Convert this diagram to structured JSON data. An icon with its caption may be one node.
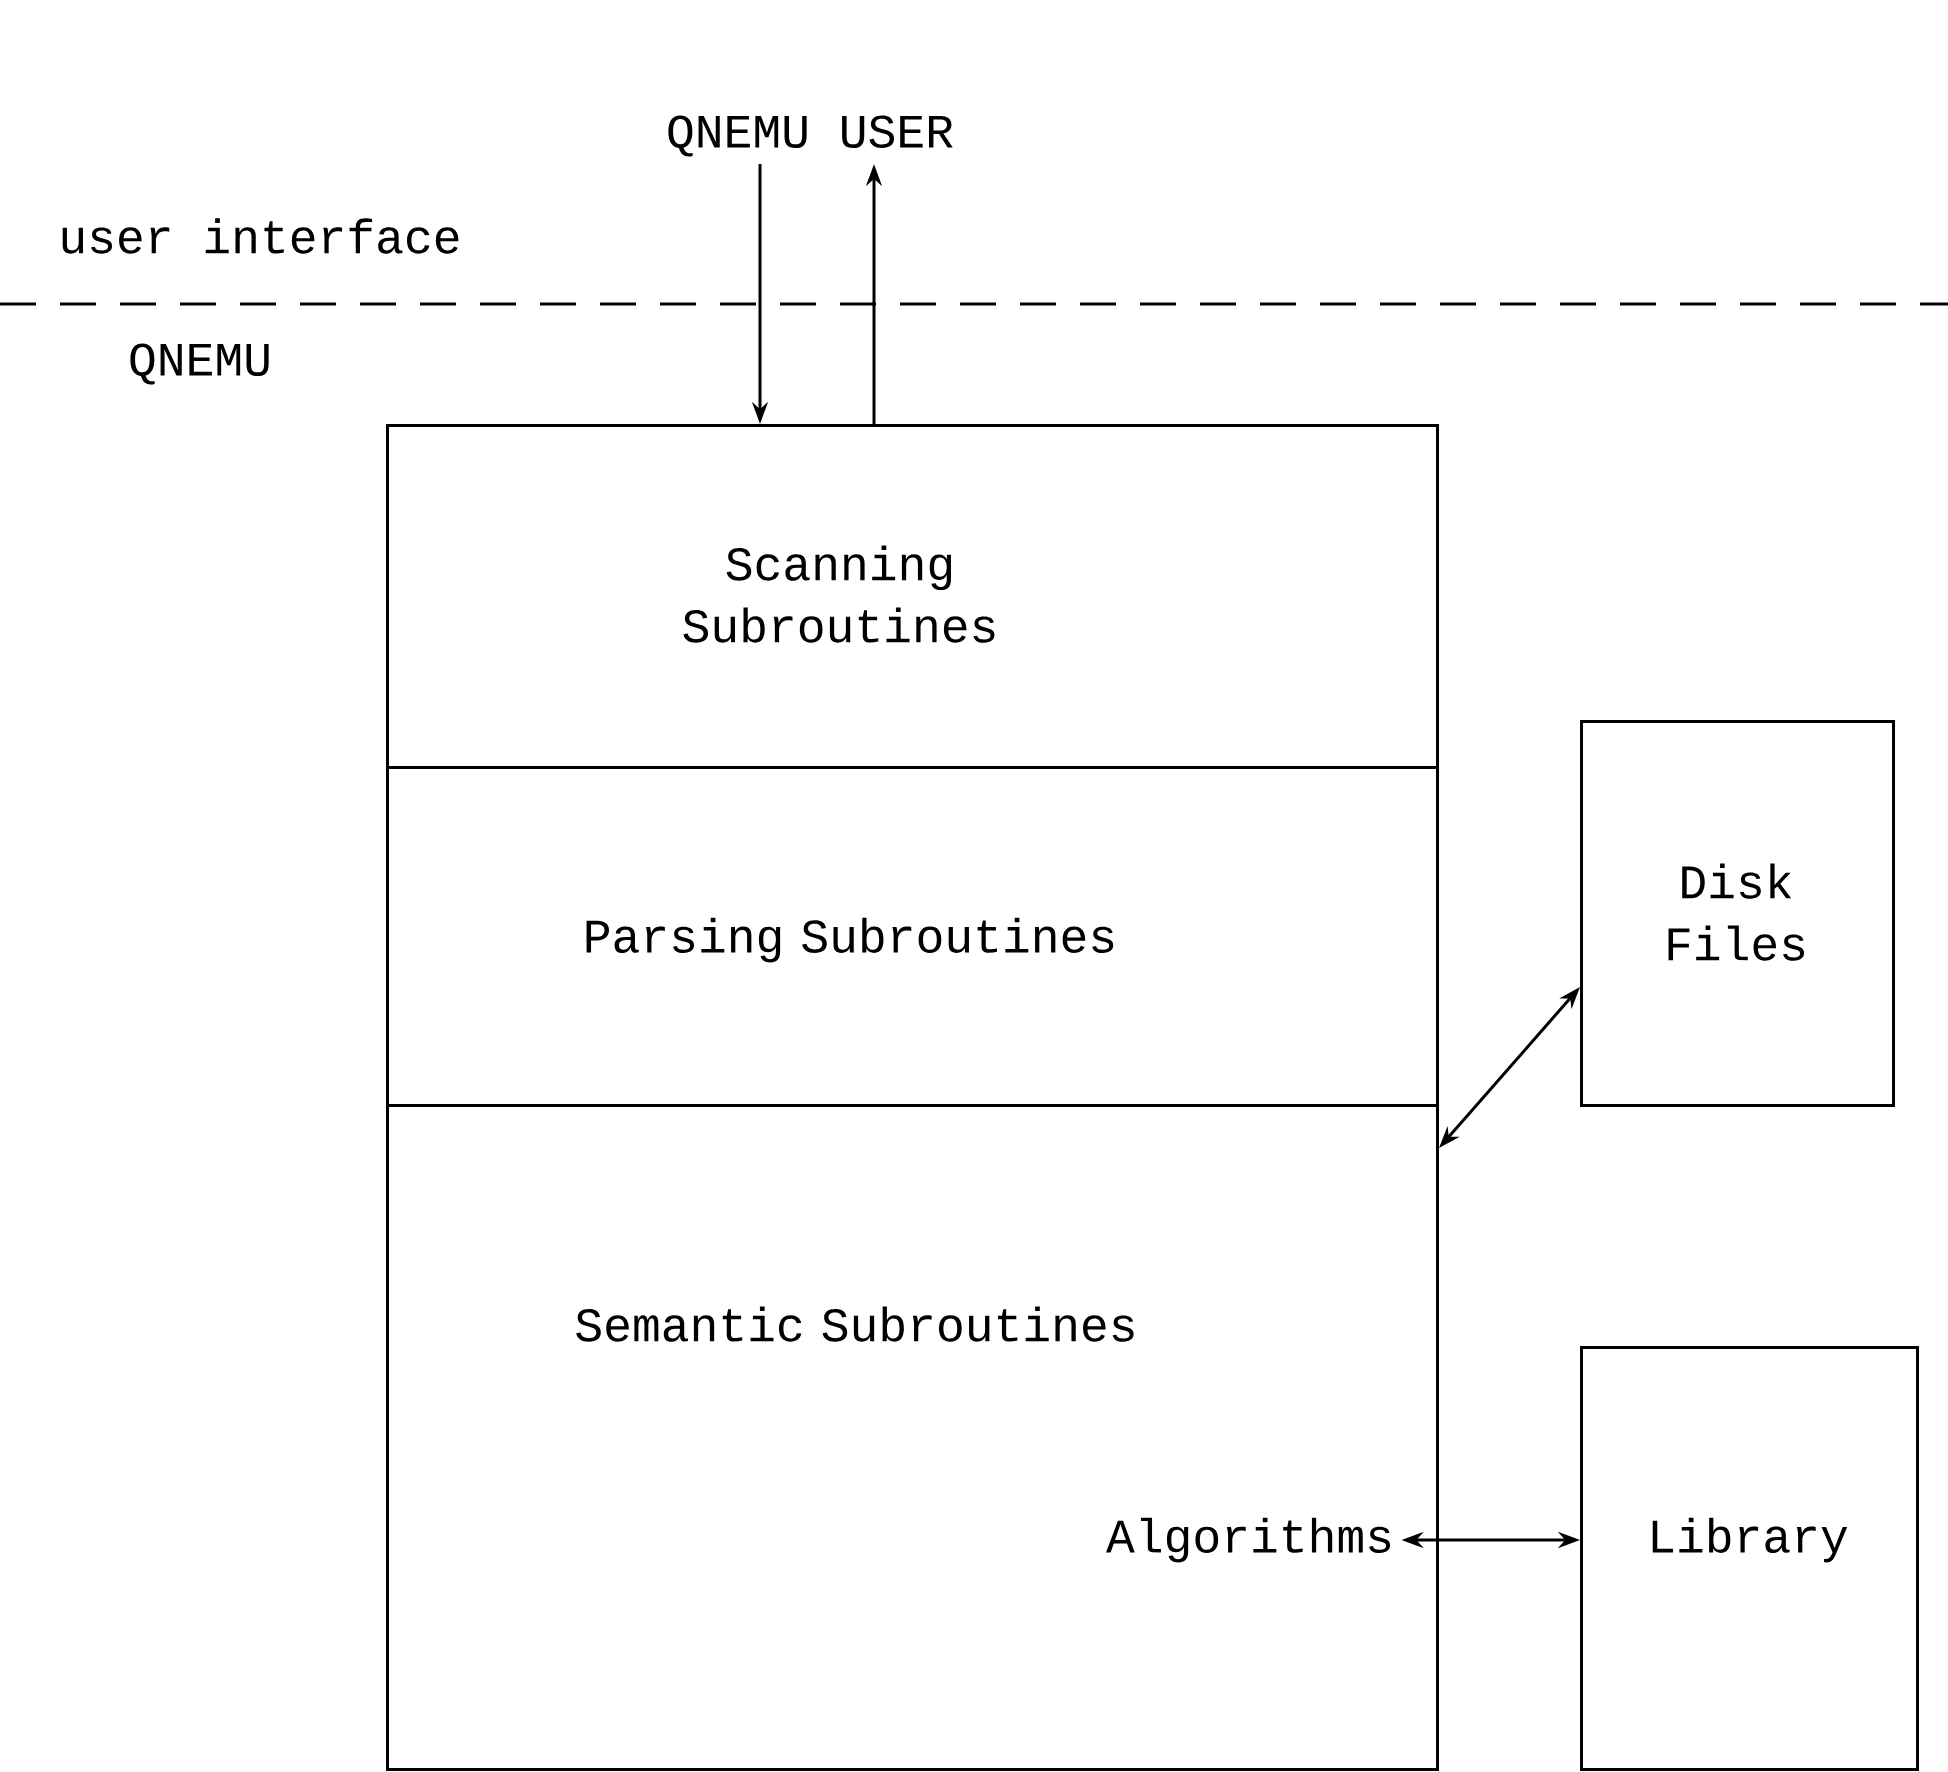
{
  "diagram": {
    "nodes": [
      {
        "text": [
          "QNEMU USER"
        ]
      },
      {
        "text": [
          "Scanning Subroutines"
        ]
      },
      {
        "text": [
          "Parsing Subroutines"
        ]
      },
      {
        "text": [
          "Semantic Subroutines"
        ]
      },
      {
        "text": [
          "Algorithms"
        ],
        "in": 3
      },
      {
        "text": [
          "Disk Files"
        ]
      },
      {
        "text": [
          "Library"
        ]
      }
    ],
    "edges": [
      {
        "from": 0,
        "to": 1,
        "arrow": "to"
      },
      {
        "from": 1,
        "to": 0,
        "arrow": "to"
      },
      {
        "from": 3,
        "to": 5,
        "arrow": "both"
      },
      {
        "from": 4,
        "to": 6,
        "arrow": "both"
      }
    ],
    "labels": [
      "user interface",
      "QNEMU"
    ]
  }
}
